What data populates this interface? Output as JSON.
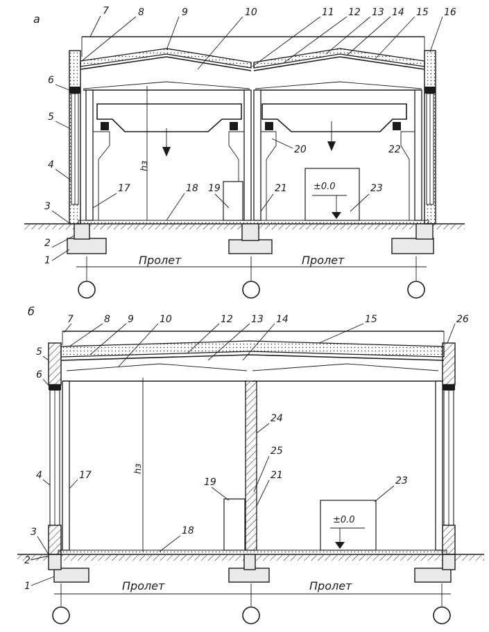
{
  "drawing_a": {
    "letter": "а",
    "height_symbol": "hз",
    "span_left": "Пролет",
    "span_right": "Пролет",
    "level_mark": "±0.0",
    "callouts": [
      "1",
      "2",
      "3",
      "4",
      "5",
      "6",
      "7",
      "8",
      "9",
      "10",
      "11",
      "12",
      "13",
      "14",
      "15",
      "16",
      "17",
      "18",
      "19",
      "20",
      "21",
      "22",
      "23"
    ]
  },
  "drawing_b": {
    "letter": "б",
    "height_symbol": "hз",
    "span_left": "Пролет",
    "span_right": "Пролет",
    "level_mark": "±0.0",
    "callouts": [
      "1",
      "2",
      "3",
      "4",
      "5",
      "6",
      "7",
      "8",
      "9",
      "10",
      "12",
      "13",
      "14",
      "15",
      "17",
      "18",
      "19",
      "21",
      "23",
      "24",
      "25",
      "26"
    ]
  },
  "colors": {
    "ink": "#1a1a1a",
    "paper": "#ffffff",
    "concrete": "#e9e9e9"
  }
}
